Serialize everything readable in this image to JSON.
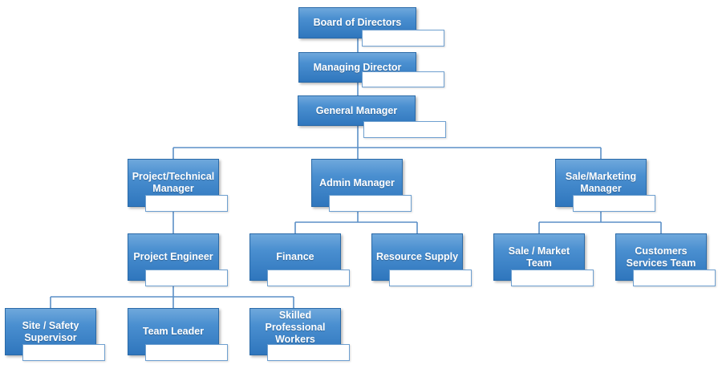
{
  "chart": {
    "line_color": "#5b8fc7",
    "box_color": "#3a80c6",
    "nodes": {
      "board": {
        "label": "Board of Directors"
      },
      "managing": {
        "label": "Managing Director"
      },
      "general": {
        "label": "General Manager"
      },
      "project_technical": {
        "label": "Project/Technical Manager"
      },
      "admin": {
        "label": "Admin Manager"
      },
      "sale_marketing": {
        "label": "Sale/Marketing Manager"
      },
      "project_engineer": {
        "label": "Project Engineer"
      },
      "finance": {
        "label": "Finance"
      },
      "resource_supply": {
        "label": "Resource Supply"
      },
      "sale_market_team": {
        "label": "Sale / Market Team"
      },
      "customers_services": {
        "label": "Customers Services Team"
      },
      "site_safety": {
        "label": "Site / Safety Supervisor"
      },
      "team_leader": {
        "label": "Team Leader"
      },
      "skilled_workers": {
        "label": "Skilled Professional Workers"
      }
    }
  }
}
